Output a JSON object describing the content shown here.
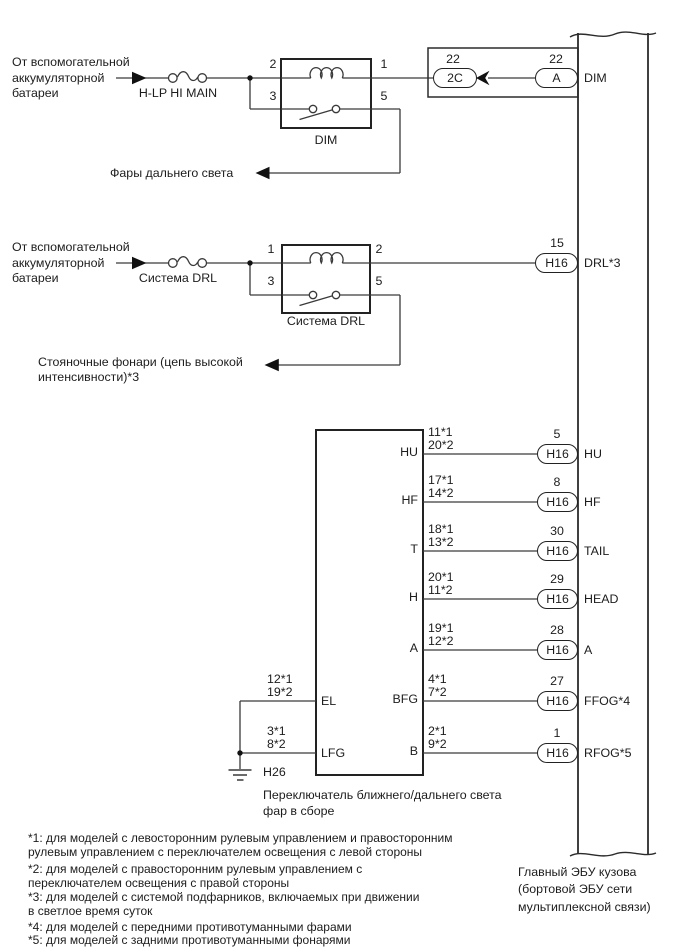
{
  "ink": "#1c1c1c",
  "dim_section": {
    "source_line_1": "От вспомогательной",
    "source_line_2": "аккумуляторной",
    "source_line_3": "батареи",
    "fuse_label": "H-LP HI MAIN",
    "relay_pin_top_left": "2",
    "relay_pin_top_right": "1",
    "relay_pin_bottom_left": "3",
    "relay_pin_bottom_right": "5",
    "relay_label": "DIM",
    "output_label": "Фары дальнего света",
    "connector_2c": {
      "terminal": "22",
      "label": "2C"
    },
    "connector_a": {
      "terminal": "22",
      "label": "A"
    },
    "ecu_pin": "DIM"
  },
  "drl_section": {
    "source_line_1": "От вспомогательной",
    "source_line_2": "аккумуляторной",
    "source_line_3": "батареи",
    "fuse_label": "Система DRL",
    "relay_pin_top_left": "1",
    "relay_pin_top_right": "2",
    "relay_pin_bottom_left": "3",
    "relay_pin_bottom_right": "5",
    "relay_label": "Система DRL",
    "output_line_1": "Стояночные фонари (цепь высокой",
    "output_line_2": "интенсивности)*3",
    "connector": {
      "terminal": "15",
      "label": "H16"
    },
    "ecu_pin": "DRL*3"
  },
  "headlight_switch": {
    "code": "H26",
    "name_line_1": "Переключатель ближнего/дальнего света",
    "name_line_2": "фар в сборе",
    "left_pins": [
      {
        "wire_label_1": "12*1",
        "wire_label_2": "19*2",
        "pin": "EL"
      },
      {
        "wire_label_1": "3*1",
        "wire_label_2": "8*2",
        "pin": "LFG"
      }
    ],
    "rows": [
      {
        "pin": "HU",
        "wire_label_1": "11*1",
        "wire_label_2": "20*2",
        "terminal": "5",
        "connector": "H16",
        "ecu_pin": "HU"
      },
      {
        "pin": "HF",
        "wire_label_1": "17*1",
        "wire_label_2": "14*2",
        "terminal": "8",
        "connector": "H16",
        "ecu_pin": "HF"
      },
      {
        "pin": "T",
        "wire_label_1": "18*1",
        "wire_label_2": "13*2",
        "terminal": "30",
        "connector": "H16",
        "ecu_pin": "TAIL"
      },
      {
        "pin": "H",
        "wire_label_1": "20*1",
        "wire_label_2": "11*2",
        "terminal": "29",
        "connector": "H16",
        "ecu_pin": "HEAD"
      },
      {
        "pin": "A",
        "wire_label_1": "19*1",
        "wire_label_2": "12*2",
        "terminal": "28",
        "connector": "H16",
        "ecu_pin": "A"
      },
      {
        "pin": "BFG",
        "wire_label_1": "4*1",
        "wire_label_2": "7*2",
        "terminal": "27",
        "connector": "H16",
        "ecu_pin": "FFOG*4"
      },
      {
        "pin": "B",
        "wire_label_1": "2*1",
        "wire_label_2": "9*2",
        "terminal": "1",
        "connector": "H16",
        "ecu_pin": "RFOG*5"
      }
    ]
  },
  "ecu": {
    "label_line_1": "Главный ЭБУ кузова",
    "label_line_2": "(бортовой ЭБУ сети",
    "label_line_3": "мультиплексной связи)"
  },
  "footnote_lines": [
    "*1: для моделей с левосторонним рулевым управлением и правосторонним",
    "рулевым управлением с переключателем освещения с левой стороны",
    "*2: для моделей с правосторонним рулевым управлением с",
    "переключателем освещения с правой стороны",
    "*3: для моделей с системой подфарников, включаемых при движении",
    "в светлое время суток",
    "*4: для моделей с передними противотуманными фарами",
    "*5: для моделей с задними противотуманными фонарями"
  ]
}
